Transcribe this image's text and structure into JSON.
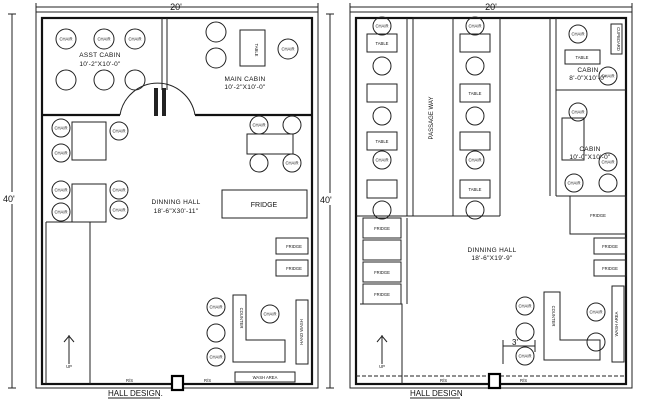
{
  "dims": {
    "width": "20'",
    "height": "40'",
    "door_gap": "3'",
    "rs_left": "R/S",
    "rs_right": "R/S"
  },
  "left": {
    "title": "HALL DESIGN.",
    "asst_cabin": {
      "name": "ASST CABIN",
      "size": "10'-2\"X10'-0\""
    },
    "main_cabin": {
      "name": "MAIN CABIN",
      "size": "10'-2\"X10'-0\""
    },
    "dining": {
      "name": "DINNING HALL",
      "size": "18'-6\"X30'-11\""
    },
    "chair": "CHAIR",
    "table": "TABLE",
    "fridge": "FRIDGE",
    "counter": "COUNTER",
    "up": "UP",
    "wash": "WASH AREA",
    "hand_wash": "HAND WASH"
  },
  "right": {
    "title": "HALL DESIGN",
    "passage": "PASSAGE WAY",
    "cabin1": {
      "name": "CABIN",
      "size": "8'-0\"X10'-0\""
    },
    "cabin2": {
      "name": "CABIN",
      "size": "10'-0\"X10'-0\""
    },
    "dining": {
      "name": "DINNING HALL",
      "size": "18'-6\"X19'-9\""
    },
    "chair": "CHAIR",
    "table": "TABLE",
    "fridge": "FRIDGE",
    "counter": "COUNTER",
    "up": "UP",
    "wash": "WASH AREA",
    "cupboard": "CUPBOARD"
  }
}
